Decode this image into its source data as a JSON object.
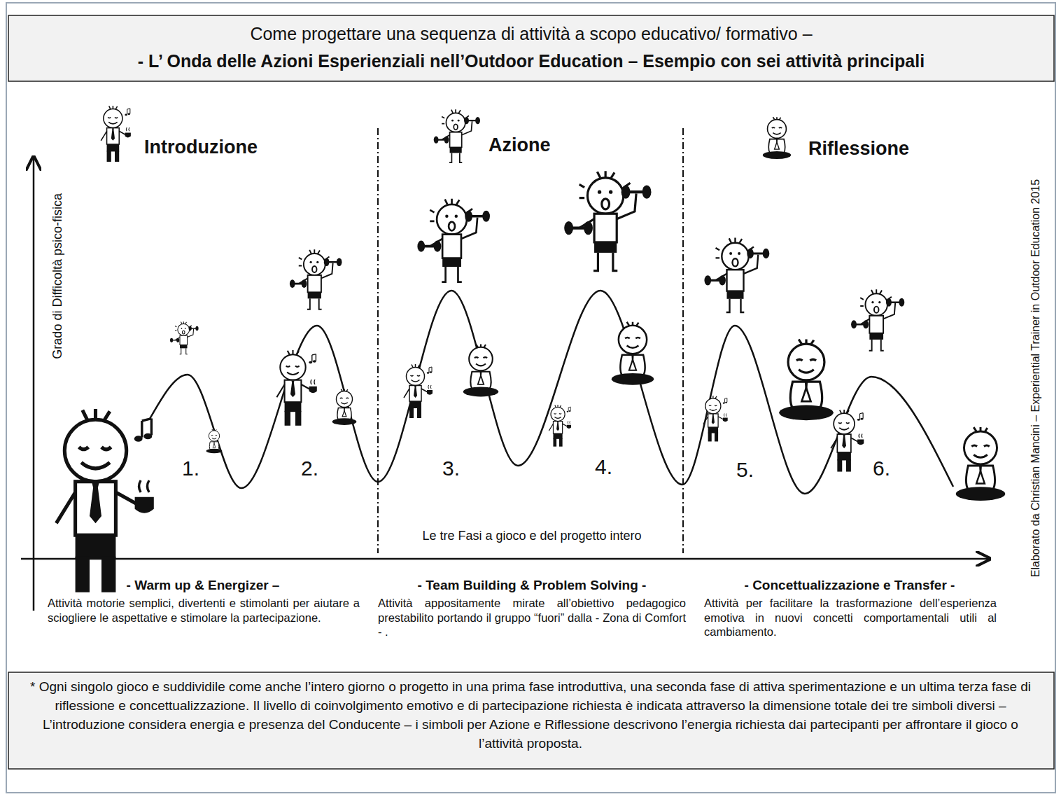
{
  "diagram": {
    "title": "Come progettare una sequenza di attività a scopo educativo/ formativo –",
    "caption": "* Ogni singolo gioco e suddividile come anche l’intero giorno o progetto in una prima fase introduttiva, una seconda fase di attiva sperimentazione e un ultima terza fase di riflessione e concettualizzazione. Il livello di coinvolgimento emotivo e di partecipazione richiesta è indicata attraverso la dimensione totale dei tre simboli diversi – L’introduzione considera energia e presenza del Conducente – i simboli per Azione e Riflessione descrivono l’energia richiesta dai partecipanti per affrontare il gioco o l’attività proposta.",
    "labels": [
      "Introduzione",
      "Azione",
      "Riflessione",
      "1.",
      "2.",
      "3.",
      "4.",
      "5.",
      "6.",
      "Grado di Difficoltà psico-fisica",
      "Le tre Fasi a gioco e del progetto intero",
      "- Warm up & Energizer –",
      "Attività motorie semplici, divertenti e stimolanti per aiutare a sciogliere le aspettative e stimolare la partecipazione.",
      "- Team Building & Problem Solving -",
      "Attività appositamente mirate all’obiettivo pedagogico prestabilito portando il gruppo “fuori” dalla - Zona di Comfort - .",
      "- Concettualizzazione e Transfer -",
      "Attività per facilitare la trasformazione dell’esperienza emotiva in nuovi concetti comportamentali utili al cambiamento.",
      "Elaborato da Christian Mancini – Experiential Trainer in Outdoor Education 2015",
      "- L’ Onda delle Azioni Esperienziali nell’Outdoor Education – Esempio con sei attività principali"
    ]
  }
}
